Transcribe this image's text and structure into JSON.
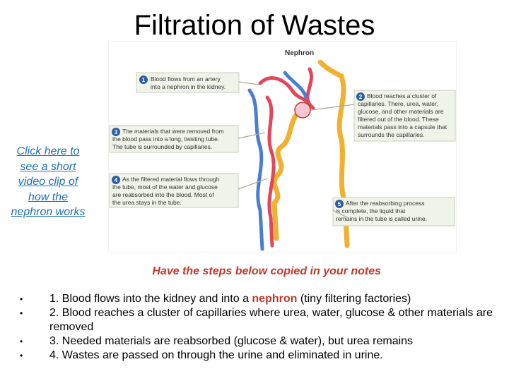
{
  "title": "Filtration of Wastes",
  "video_link": "Click here to see a short video clip of how the nephron works",
  "diagram": {
    "heading": "Nephron",
    "callouts": [
      {
        "num": "1",
        "lines": [
          "Blood flows from an artery",
          "into a nephron in the kidney."
        ]
      },
      {
        "num": "2",
        "lines": [
          "Blood reaches a cluster of",
          "capillaries. There, urea, water,",
          "glucose, and other materials are",
          "filtered out of the blood. These",
          "materials pass into a capsule that",
          "surrounds the capillaries."
        ]
      },
      {
        "num": "3",
        "lines": [
          "The materials that were removed from",
          "the blood pass into a long, twisting tube.",
          "The tube is surrounded by capillaries."
        ]
      },
      {
        "num": "4",
        "lines": [
          "As the filtered material flows through",
          "the tube, most of the water and glucose",
          "are reabsorbed into the blood. Most of",
          "the urea stays in the tube."
        ]
      },
      {
        "num": "5",
        "lines": [
          "After the reabsorbing process",
          "is complete, the liquid that",
          "remains in the tube is called urine."
        ]
      }
    ]
  },
  "instruction": "Have the steps below copied in your notes",
  "steps": [
    {
      "before": "1.  Blood flows into the kidney and into a ",
      "keyword": "nephron",
      "after": " (tiny filtering factories)"
    },
    {
      "before": "2.  Blood reaches a cluster of capillaries where urea, water, glucose & other materials are removed",
      "keyword": "",
      "after": ""
    },
    {
      "before": "3.  Needed materials are reabsorbed (glucose & water), but urea remains",
      "keyword": "",
      "after": ""
    },
    {
      "before": "4.  Wastes are passed on through the urine and eliminated in urine.",
      "keyword": "",
      "after": ""
    }
  ],
  "colors": {
    "keyword": "#c0392b",
    "link": "#1f6fb4",
    "callout_badge": "#2a5fa8",
    "artery": "#e0475a",
    "vein": "#4a7fd0",
    "tubule": "#f0b030"
  }
}
